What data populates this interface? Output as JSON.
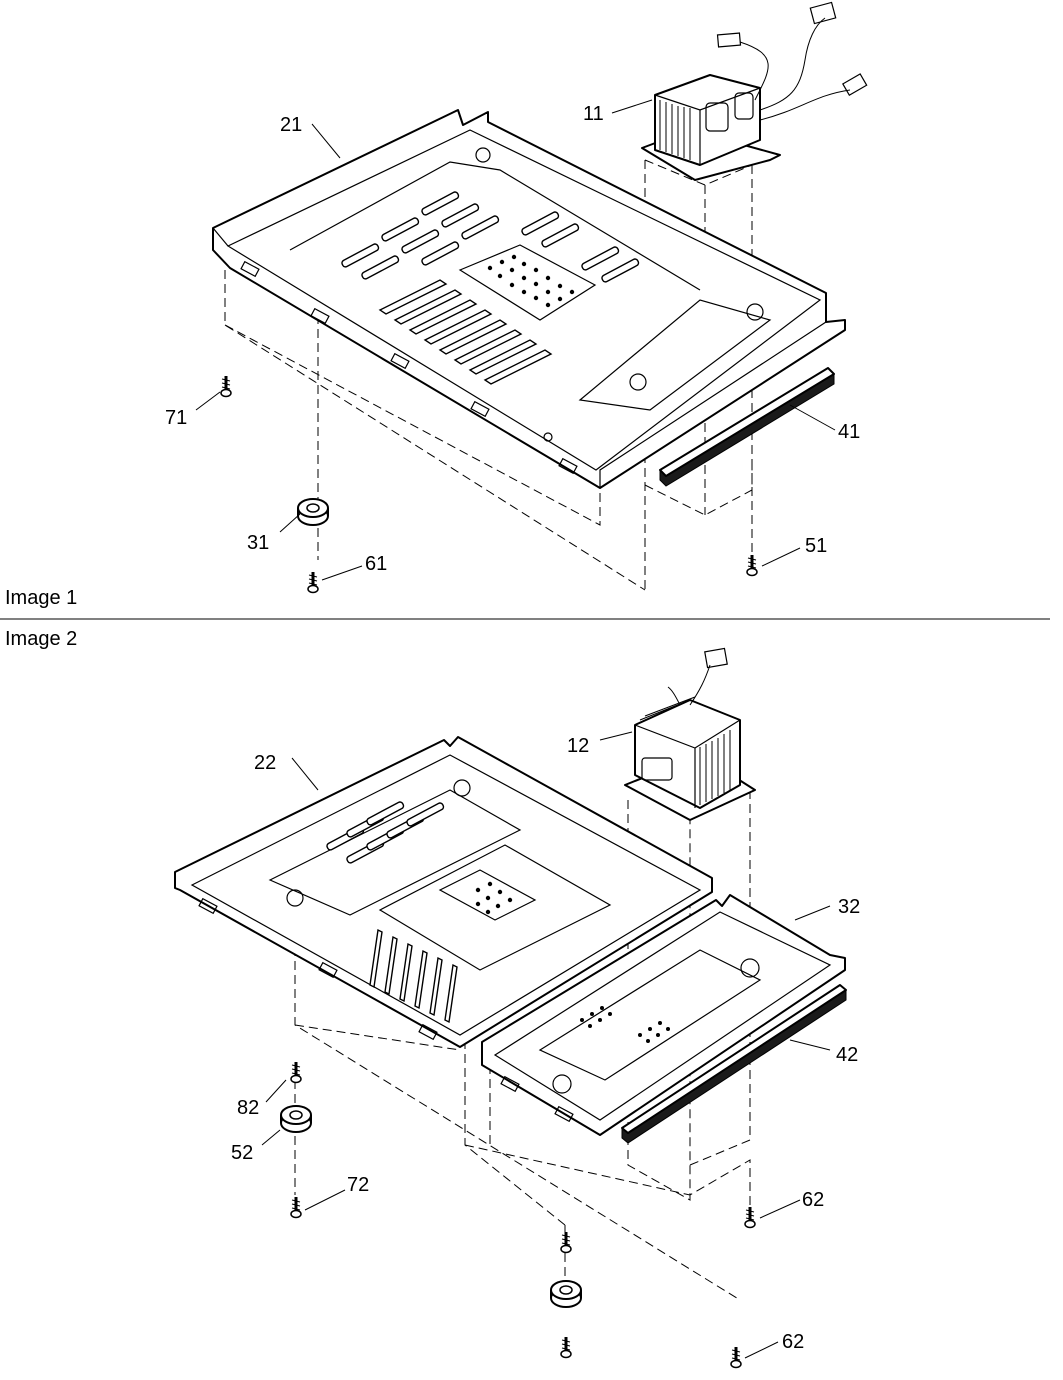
{
  "panels": [
    {
      "label": "Image 1"
    },
    {
      "label": "Image 2"
    }
  ],
  "callouts": {
    "p21": "21",
    "p11": "11",
    "p71": "71",
    "p41": "41",
    "p31": "31",
    "p61": "61",
    "p51": "51",
    "p22": "22",
    "p12": "12",
    "p32": "32",
    "p42": "42",
    "p82": "82",
    "p52": "52",
    "p72": "72",
    "p62a": "62",
    "p62b": "62"
  }
}
